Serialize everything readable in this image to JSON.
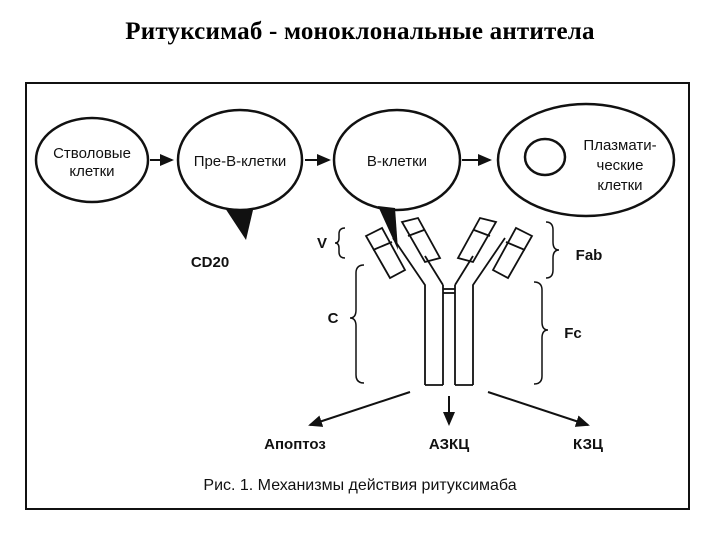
{
  "title": "Ритуксимаб - моноклональные антитела",
  "cells": {
    "stem": [
      "Стволовые",
      "клетки"
    ],
    "pre_b": "Пре-В-клетки",
    "b": "В-клетки",
    "plasma": [
      "Плазмати-",
      "ческие",
      "клетки"
    ]
  },
  "markers": {
    "cd20": "CD20"
  },
  "antibody": {
    "v": "V",
    "c": "C",
    "fab": "Fab",
    "fc": "Fc"
  },
  "outcomes": {
    "apoptosis": "Апоптоз",
    "adcc": "АЗКЦ",
    "cdc": "КЗЦ"
  },
  "caption": "Рис. 1. Механизмы действия ритуксимаба"
}
